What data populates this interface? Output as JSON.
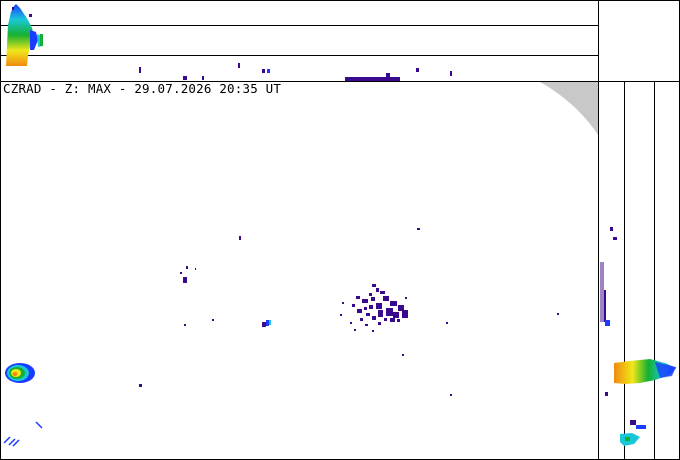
{
  "product_title": "CZRAD - Z: MAX - 29.07.2026 20:35 UT",
  "colors": {
    "background": "#ffffff",
    "frame_lines": "#000000",
    "low_reflectivity": "#3a0a8c",
    "blue": "#1a3cff",
    "cyan": "#18c8d8",
    "green": "#16b030",
    "yellow": "#f0e81a",
    "orange": "#f08a10",
    "red": "#e02010",
    "out_of_range": "#c8c8c8"
  },
  "panels": [
    "top-projection-panel",
    "right-projection-panel",
    "plan-view-map",
    "corner-panel"
  ]
}
